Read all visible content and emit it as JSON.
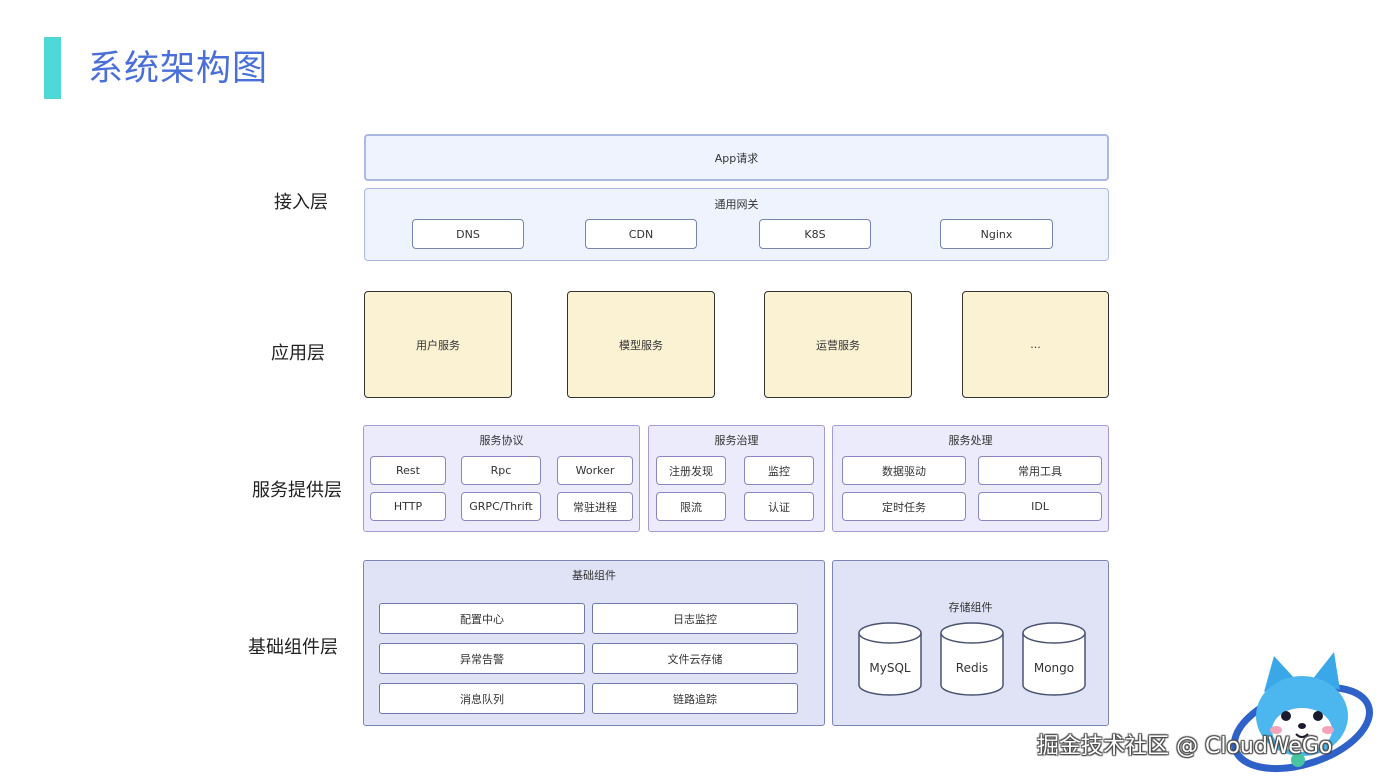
{
  "title": "系统架构图",
  "layers": {
    "access": "接入层",
    "app": "应用层",
    "service": "服务提供层",
    "base": "基础组件层"
  },
  "access": {
    "app_request": "App请求",
    "gateway_title": "通用网关",
    "gateway_items": [
      "DNS",
      "CDN",
      "K8S",
      "Nginx"
    ]
  },
  "app_services": [
    "用户服务",
    "模型服务",
    "运营服务",
    "..."
  ],
  "service": {
    "protocol": {
      "title": "服务协议",
      "items": [
        "Rest",
        "Rpc",
        "Worker",
        "HTTP",
        "GRPC/Thrift",
        "常驻进程"
      ]
    },
    "governance": {
      "title": "服务治理",
      "items": [
        "注册发现",
        "监控",
        "限流",
        "认证"
      ]
    },
    "processing": {
      "title": "服务处理",
      "items": [
        "数据驱动",
        "常用工具",
        "定时任务",
        "IDL"
      ]
    }
  },
  "base": {
    "components": {
      "title": "基础组件",
      "items": [
        "配置中心",
        "日志监控",
        "异常告警",
        "文件云存储",
        "消息队列",
        "链路追踪"
      ]
    },
    "storage": {
      "title": "存储组件",
      "items": [
        "MySQL",
        "Redis",
        "Mongo"
      ]
    }
  },
  "footer": "掘金技术社区 @ CloudWeGo",
  "colors": {
    "accent": "#4fd8d8",
    "title": "#4a6fd8",
    "app_service_fill": "#fbf1d3",
    "service_panel_fill": "#ecebfb",
    "base_panel_fill": "#dfe3f5"
  }
}
